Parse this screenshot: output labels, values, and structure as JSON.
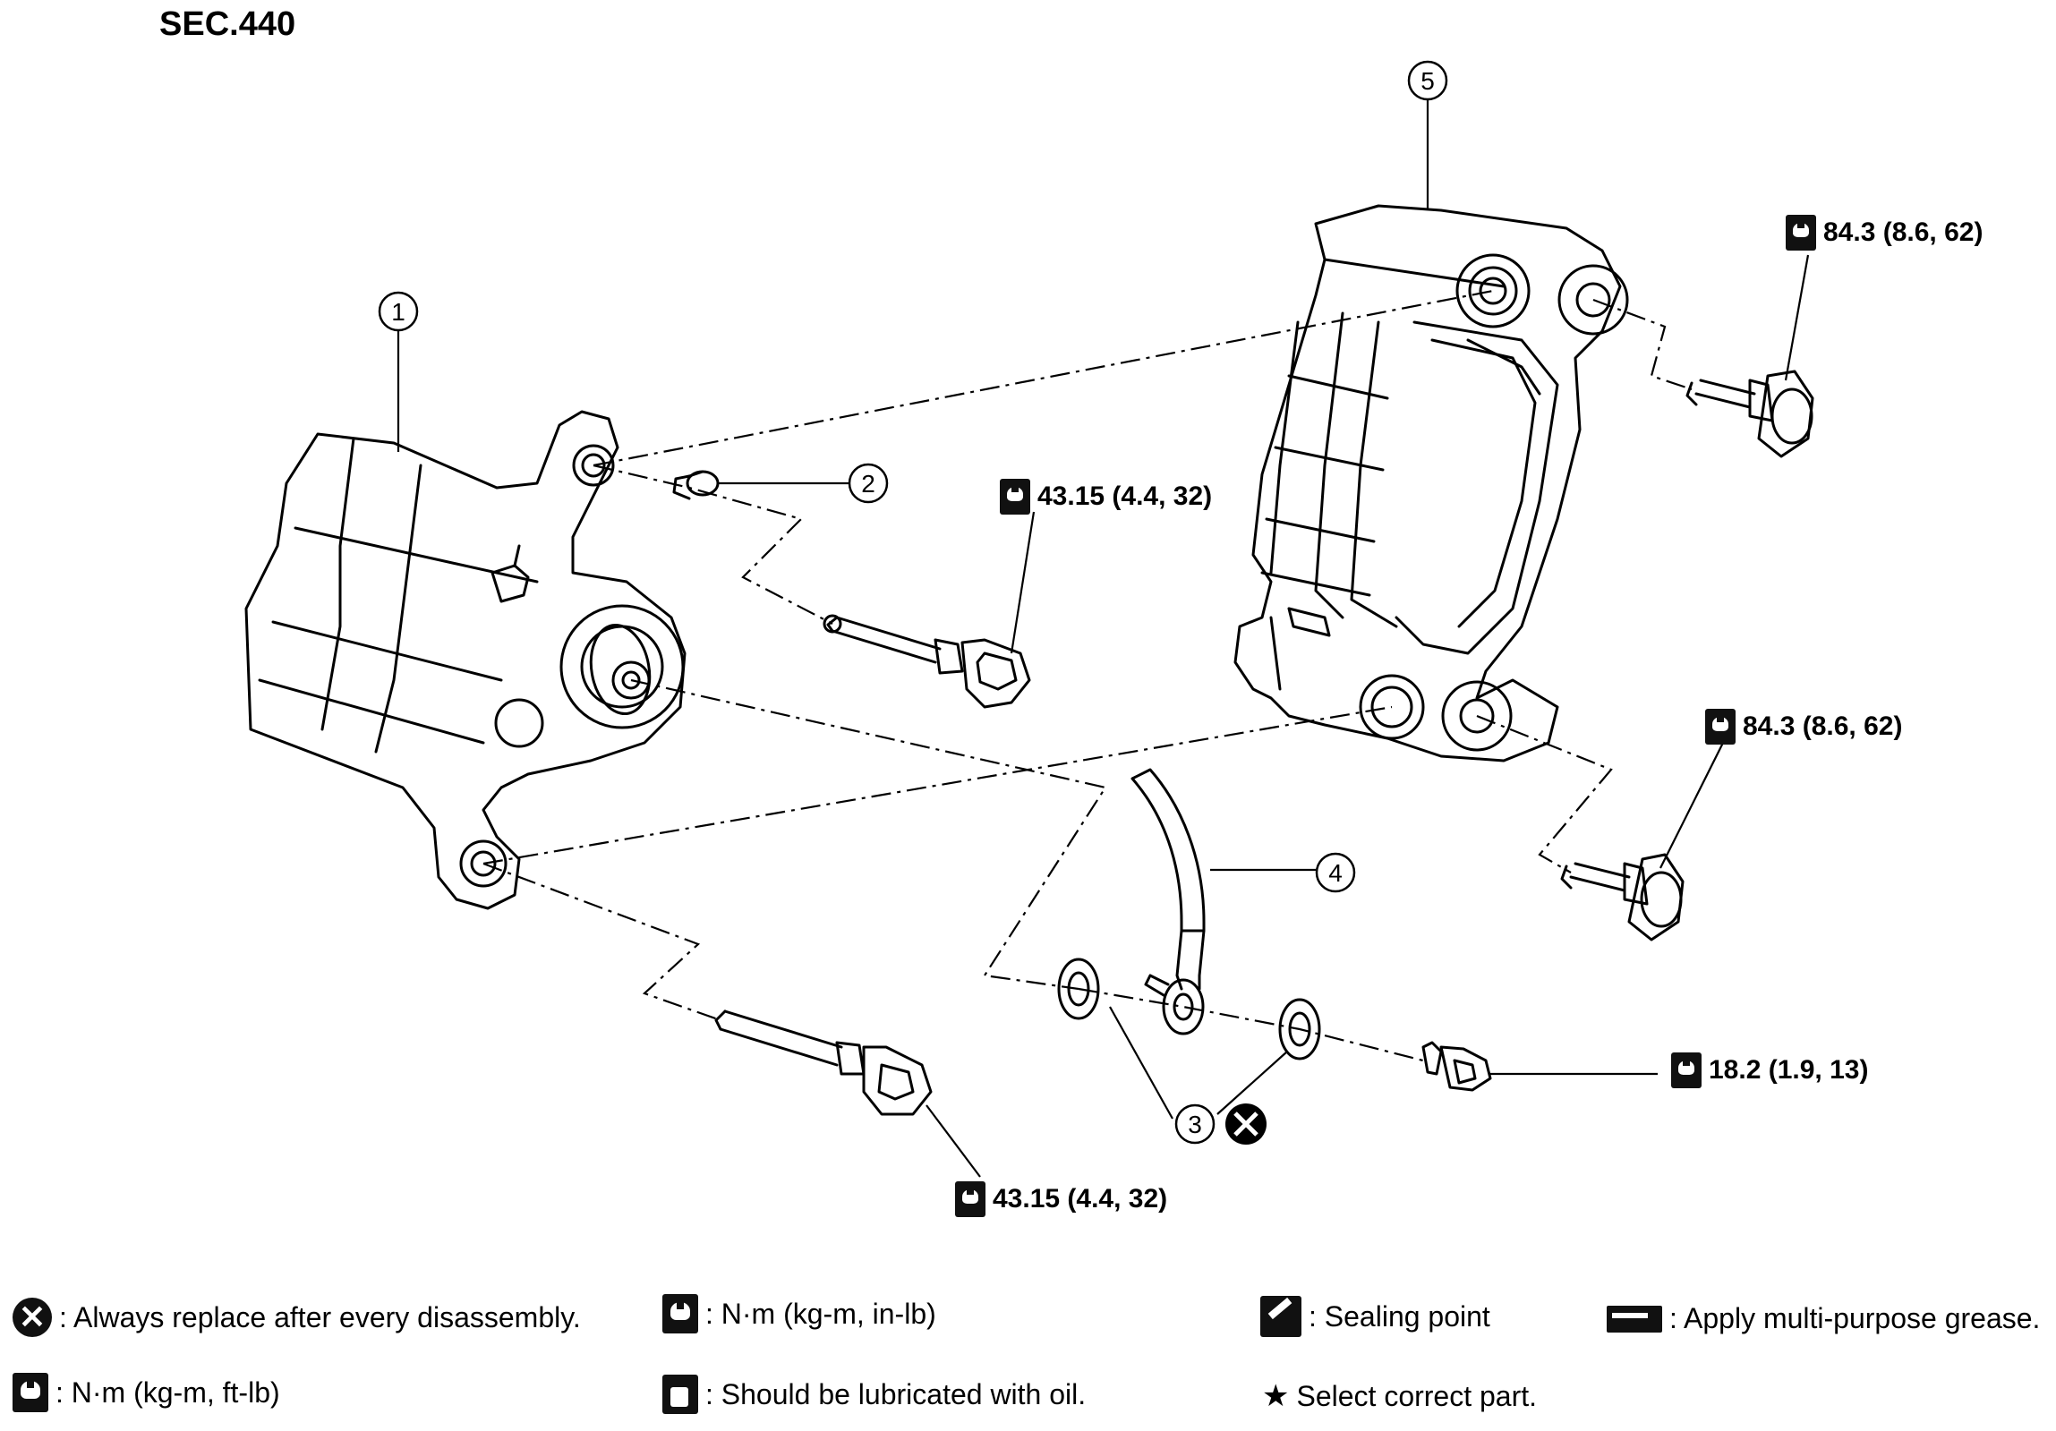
{
  "section_code": "SEC.440",
  "callouts": {
    "c1": "1",
    "c2": "2",
    "c3": "3",
    "c4": "4",
    "c5": "5"
  },
  "torques": {
    "upper_right": "84.3 (8.6, 62)",
    "middle_right": "84.3 (8.6, 62)",
    "pin_upper": "43.15 (4.4, 32)",
    "pin_lower": "43.15 (4.4, 32)",
    "union_bolt": "18.2 (1.9, 13)"
  },
  "legend": {
    "replace": ": Always replace after every disassembly.",
    "nm_inlb": ": N·m (kg-m, in-lb)",
    "sealing": ": Sealing point",
    "grease": ": Apply multi-purpose grease.",
    "nm_ftlb": ": N·m (kg-m, ft-lb)",
    "oil": ": Should be lubricated with oil.",
    "select": "Select correct part."
  },
  "icons": {
    "replace": "x-circle-icon",
    "torque": "wrench-torque-icon",
    "oil": "oil-can-icon",
    "sealing": "sealant-icon",
    "grease": "grease-gun-icon",
    "select": "star-icon"
  }
}
